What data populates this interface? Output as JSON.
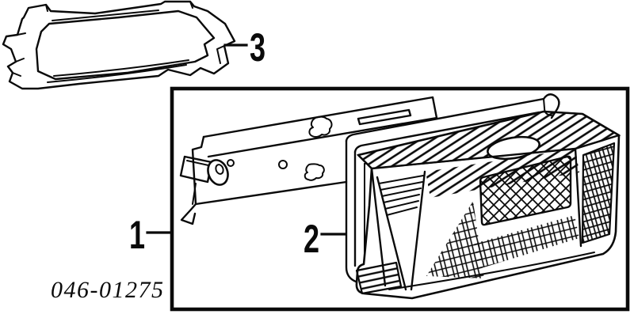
{
  "diagram": {
    "background_color": "#ffffff",
    "line_color": "#0a0a0a",
    "part_number": "046-01275",
    "callouts": [
      {
        "label": "1"
      },
      {
        "label": "2"
      },
      {
        "label": "3"
      }
    ]
  }
}
